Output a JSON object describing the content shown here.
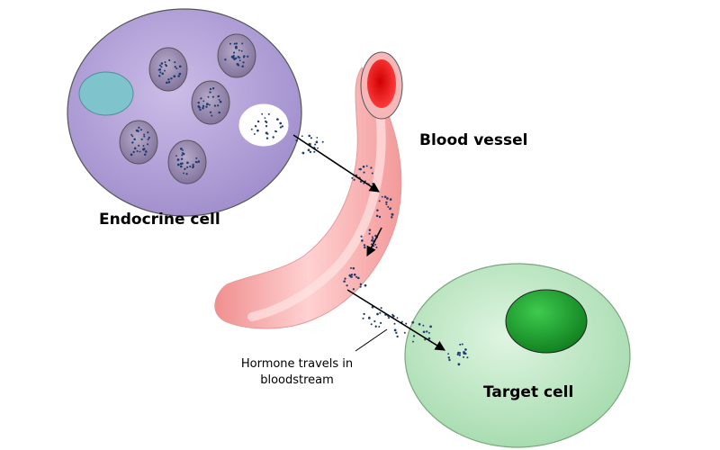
{
  "labels": {
    "endocrine_cell": "Endocrine cell",
    "blood_vessel": "Blood vessel",
    "target_cell": "Target cell",
    "hormone_line1": "Hormone travels in",
    "hormone_line2": "bloodstream"
  },
  "colors": {
    "endocrine_fill": "#b3a2d8",
    "endocrine_stroke": "#555555",
    "endocrine_nucleus": "#7fc3cc",
    "granule_fill": "#8a7aa8",
    "vessel_fill": "#f4a7a7",
    "vessel_lumen": "#d80000",
    "target_fill": "#bfe8c4",
    "target_nucleus": "#1a9e2a",
    "hormone_dots": "#1f3a73",
    "arrow": "#000000"
  }
}
